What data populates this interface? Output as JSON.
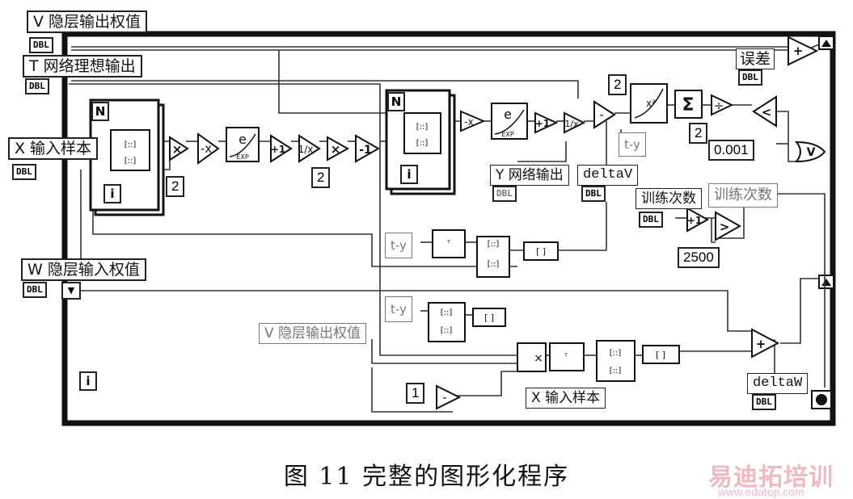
{
  "labels": {
    "v_weights": "V 隐层输出权值",
    "t_ideal": "T 网络理想输出",
    "x_input": "X 输入样本",
    "w_weights": "W 隐层输入权值",
    "error": "误差",
    "y_output": "Y 网络输出",
    "delta_v": "deltaV",
    "train_count_in": "训练次数",
    "train_count_out": "训练次数",
    "v_weights_local": "V 隐层输出权值",
    "x_input_local": "X 输入样本",
    "delta_w": "deltaW"
  },
  "terminals": {
    "dbl": "DBL"
  },
  "constants": {
    "two_a": "2",
    "two_b": "2",
    "two_c": "2",
    "two_d": "2",
    "tol": "0.001",
    "max_iter": "2500",
    "one": "1"
  },
  "loop_symbols": {
    "n": "N",
    "i": "i"
  },
  "nodes": {
    "t_minus_y": "t-y",
    "times": "×",
    "plus": "+",
    "minus": "-",
    "divide": "÷",
    "less": "<",
    "greater": ">",
    "sum": "Σ",
    "plus_one": "+1",
    "minus_one": "-1",
    "neg": "-x",
    "or": "V"
  },
  "caption": "图 11    完整的图形化程序",
  "watermark": {
    "name": "易迪拓培训",
    "url": "www.edatop.com"
  }
}
